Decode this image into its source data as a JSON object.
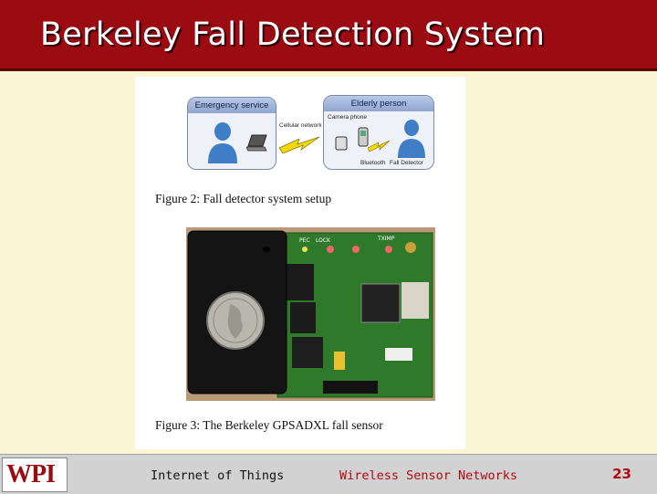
{
  "slide": {
    "title": "Berkeley Fall Detection System",
    "page_number": "23"
  },
  "figure2": {
    "left_panel_title": "Emergency service",
    "right_panel_title": "Elderly person",
    "label_cellular": "Cellular network",
    "label_camera": "Camera phone",
    "label_bluetooth": "Bluetooth",
    "label_detector": "Fall Detector",
    "caption": "Figure 2: Fall detector system setup"
  },
  "figure3": {
    "caption": "Figure 3: The Berkeley GPSADXL fall sensor",
    "board_labels": [
      "PEC",
      "LOCK",
      "TXIMP"
    ]
  },
  "footer": {
    "left_text": "Internet of Things",
    "center_text": "Wireless Sensor Networks",
    "logo_text": "WPI"
  },
  "colors": {
    "title_bar": "#9b0b12",
    "background": "#fdf6d6",
    "accent_text": "#b00a12"
  }
}
